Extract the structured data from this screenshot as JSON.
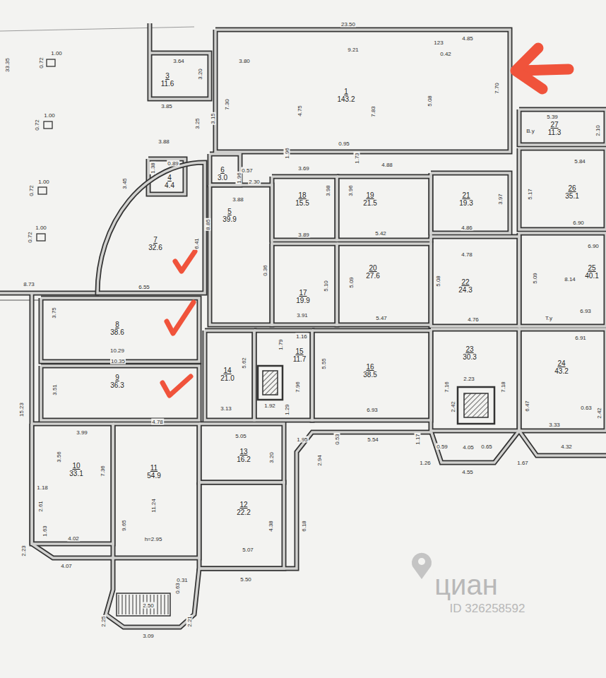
{
  "diagram": {
    "nodes": [
      {
        "text": [
          "1",
          "143.2"
        ]
      },
      {
        "text": [
          "3",
          "11.6"
        ]
      },
      {
        "text": [
          "4",
          "4.4"
        ]
      },
      {
        "text": [
          "5",
          "39.9"
        ]
      },
      {
        "text": [
          "6",
          "3.0"
        ]
      },
      {
        "text": [
          "7",
          "32.6"
        ]
      },
      {
        "text": [
          "8",
          "38.6"
        ]
      },
      {
        "text": [
          "9",
          "36.3"
        ]
      },
      {
        "text": [
          "10",
          "33.1"
        ]
      },
      {
        "text": [
          "11",
          "54.9"
        ]
      },
      {
        "text": [
          "12",
          "22.2"
        ]
      },
      {
        "text": [
          "13",
          "16.2"
        ]
      },
      {
        "text": [
          "14",
          "21.0"
        ]
      },
      {
        "text": [
          "15",
          "11.7"
        ]
      },
      {
        "text": [
          "16",
          "38.5"
        ]
      },
      {
        "text": [
          "17",
          "19.9"
        ]
      },
      {
        "text": [
          "18",
          "15.5"
        ]
      },
      {
        "text": [
          "19",
          "21.5"
        ]
      },
      {
        "text": [
          "20",
          "27.6"
        ]
      },
      {
        "text": [
          "21",
          "19.3"
        ]
      },
      {
        "text": [
          "22",
          "24.3"
        ]
      },
      {
        "text": [
          "23",
          "30.3"
        ]
      },
      {
        "text": [
          "24",
          "43.2"
        ]
      },
      {
        "text": [
          "25",
          "40.1"
        ]
      },
      {
        "text": [
          "26",
          "35.1"
        ]
      },
      {
        "text": [
          "27",
          "11.3"
        ]
      }
    ],
    "labels": [
      "23.50",
      "4.85",
      "123",
      "0.42",
      "3.64",
      "3.80",
      "9.21",
      "7.70",
      "3.20",
      "3.85",
      "7.30",
      "4.75",
      "7.83",
      "5.08",
      "3.25",
      "3.15",
      "3.88",
      "1.96",
      "0.95",
      "1.73",
      "3.69",
      "4.88",
      "2.30",
      "1.96",
      "0.57",
      "3.45",
      "1.38",
      "0.89",
      "33.35",
      "1.00",
      "0.72",
      "1.00",
      "0.72",
      "1.00",
      "0.72",
      "1.00",
      "0.72",
      "5.39",
      "2.10",
      "5.84",
      "5.17",
      "3.97",
      "3.98",
      "3.96",
      "3.88",
      "8.85",
      "6.41",
      "3.89",
      "5.42",
      "4.86",
      "6.90",
      "6.90",
      "4.78",
      "5.09",
      "8.14",
      "5.08",
      "5.10",
      "5.09",
      "0.36",
      "5.47",
      "3.91",
      "6.93",
      "6.55",
      "8.73",
      "4.76",
      "6.91",
      "1.16",
      "1.79",
      "3.75",
      "10.29",
      "10.35",
      "5.62",
      "5.55",
      "7.96",
      "7.16",
      "7.18",
      "6.47",
      "2.23",
      "2.42",
      "3.51",
      "15.23",
      "1.92",
      "3.13",
      "6.93",
      "0.63",
      "2.42",
      "3.99",
      "4.78",
      "5.05",
      "1.29",
      "0.53",
      "5.54",
      "1.17",
      "3.33",
      "3.56",
      "7.36",
      "3.20",
      "1.95",
      "2.94",
      "1.26",
      "4.55",
      "0.59",
      "4.05",
      "0.65",
      "1.67",
      "4.32",
      "1.18",
      "2.61",
      "11.24",
      "9.65",
      "4.38",
      "6.18",
      "1.63",
      "4.02",
      "5.07",
      "2.23",
      "4.07",
      "5.50",
      "0.31",
      "0.63",
      "2.50",
      "2.25",
      "2.21",
      "3.09",
      "h=2.95",
      "В.у",
      "Т.у",
      "циан",
      "ID 326258592"
    ]
  }
}
